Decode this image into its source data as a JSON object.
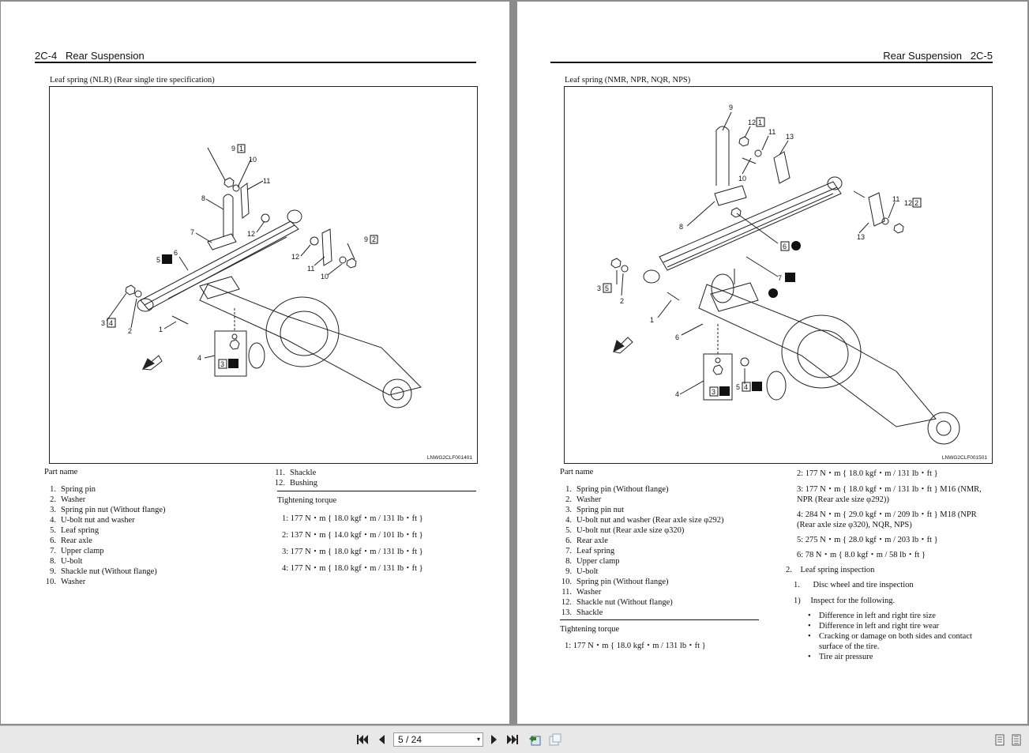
{
  "left_page": {
    "header_code": "2C-4",
    "header_title": "Rear Suspension",
    "figure_title": "Leaf spring (NLR) (Rear single tire specification)",
    "figure_code": "LNWG2CLF001401",
    "callouts": {
      "c1": "1",
      "c2": "2",
      "c3": "3",
      "c3b": "4",
      "c4": "4",
      "c4b": "3",
      "c5": "5",
      "c6": "6",
      "c7": "7",
      "c8": "8",
      "c9a": "9",
      "c9ab": "1",
      "c9b": "9",
      "c9bb": "2",
      "c10a": "10",
      "c10b": "10",
      "c11a": "11",
      "c11b": "11",
      "c12a": "12",
      "c12b": "12"
    },
    "part_name_heading": "Part name",
    "parts": [
      {
        "n": "1.",
        "label": "Spring pin"
      },
      {
        "n": "2.",
        "label": "Washer"
      },
      {
        "n": "3.",
        "label": "Spring pin nut (Without flange)"
      },
      {
        "n": "4.",
        "label": "U-bolt nut and washer"
      },
      {
        "n": "5.",
        "label": "Leaf spring"
      },
      {
        "n": "6.",
        "label": "Rear axle"
      },
      {
        "n": "7.",
        "label": "Upper clamp"
      },
      {
        "n": "8.",
        "label": "U-bolt"
      },
      {
        "n": "9.",
        "label": "Shackle nut (Without flange)"
      },
      {
        "n": "10.",
        "label": "Washer"
      },
      {
        "n": "11.",
        "label": "Shackle"
      },
      {
        "n": "12.",
        "label": "Bushing"
      }
    ],
    "torque_heading": "Tightening torque",
    "torques": [
      "1: 177 N・m { 18.0 kgf・m / 131 lb・ft }",
      "2: 137 N・m { 14.0 kgf・m / 101 lb・ft }",
      "3: 177 N・m { 18.0 kgf・m / 131 lb・ft }",
      "4: 177 N・m { 18.0 kgf・m / 131 lb・ft }"
    ]
  },
  "right_page": {
    "header_title": "Rear Suspension",
    "header_code": "2C-5",
    "figure_title": "Leaf spring (NMR, NPR, NQR, NPS)",
    "figure_code": "LNWG2CLF001501",
    "callouts": {
      "c1": "1",
      "c2": "2",
      "c3": "3",
      "c3b": "5",
      "c4": "4",
      "c4b": "3",
      "c5": "5",
      "c5b": "4",
      "c6": "6",
      "c6a": "6",
      "c7": "7",
      "c8": "8",
      "c9": "9",
      "c10": "10",
      "c11a": "11",
      "c11b": "11",
      "c12a": "12",
      "c12ab": "1",
      "c12b": "12",
      "c12bb": "2",
      "c13a": "13",
      "c13b": "13"
    },
    "part_name_heading": "Part name",
    "parts": [
      {
        "n": "1.",
        "label": "Spring pin (Without flange)"
      },
      {
        "n": "2.",
        "label": "Washer"
      },
      {
        "n": "3.",
        "label": "Spring pin nut"
      },
      {
        "n": "4.",
        "label": "U-bolt nut and washer (Rear axle size φ292)"
      },
      {
        "n": "5.",
        "label": "U-bolt nut (Rear axle size φ320)"
      },
      {
        "n": "6.",
        "label": "Rear axle"
      },
      {
        "n": "7.",
        "label": "Leaf spring"
      },
      {
        "n": "8.",
        "label": "Upper clamp"
      },
      {
        "n": "9.",
        "label": "U-bolt"
      },
      {
        "n": "10.",
        "label": "Spring pin (Without flange)"
      },
      {
        "n": "11.",
        "label": "Washer"
      },
      {
        "n": "12.",
        "label": "Shackle nut (Without flange)"
      },
      {
        "n": "13.",
        "label": "Shackle"
      }
    ],
    "torque_heading": "Tightening torque",
    "torque1": "1: 177 N・m { 18.0 kgf・m / 131 lb・ft }",
    "torque2": "2: 177 N・m { 18.0 kgf・m / 131 lb・ft }",
    "torque3a": "3: 177 N・m { 18.0 kgf・m / 131 lb・ft } M16 (NMR,",
    "torque3b": "NPR (Rear axle size φ292))",
    "torque4a": "4: 284 N・m { 29.0 kgf・m / 209 lb・ft } M18 (NPR",
    "torque4b": "(Rear axle size φ320), NQR, NPS)",
    "torque5": "5: 275 N・m { 28.0 kgf・m / 203 lb・ft }",
    "torque6": "6: 78 N・m { 8.0 kgf・m / 58 lb・ft }",
    "step2_num": "2.",
    "step2_label": "Leaf spring  inspection",
    "step2_1_num": "1.",
    "step2_1_label": "Disc wheel and tire inspection",
    "sub1_num": "1)",
    "sub1_label": "Inspect for the following.",
    "bullets": [
      "Difference in left and right tire size",
      "Difference in left and right tire wear",
      "Cracking or damage on both sides and contact",
      "Tire air pressure"
    ],
    "bullet3_cont": "surface of the tire.",
    "bullet_char": "•"
  },
  "toolbar": {
    "page_indicator": "5 / 24",
    "dropdown_glyph": "▾"
  }
}
